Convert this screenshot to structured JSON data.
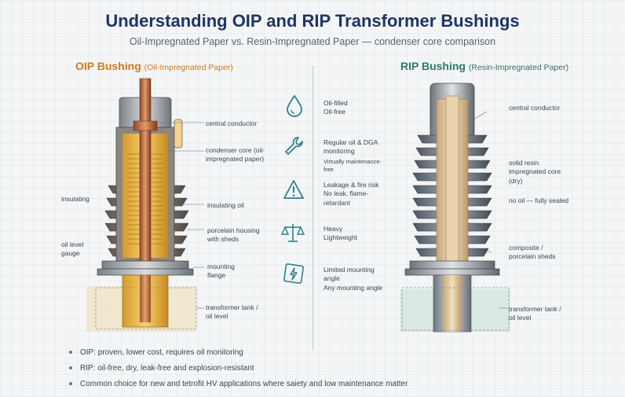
{
  "title": "Understanding OIP and RIP Transformer Bushings",
  "subtitle": "Oil-Impregnated Paper vs. Resin-Impregnated Paper — condenser core comparison",
  "oip": {
    "heading": "OIP Bushing",
    "heading_sub": "(Oil-Impregnated Paper)",
    "labels": {
      "central_conductor": "central conductor",
      "condenser_core": "condenser core (oil-impregnated paper)",
      "insulating_left": "insulating",
      "insulating_oil": "insulating oil",
      "porcelain_housing": "porcelain housing with sheds",
      "oil_level_gauge": "oil level gauge",
      "mounting_flange": "mounting flange",
      "tank": "transformer tank / oil level"
    }
  },
  "rip": {
    "heading": "RIP Bushing",
    "heading_sub": "(Resin-Impregnated Paper)",
    "labels": {
      "central_conductor": "central conductor",
      "solid_resin": "solid resin impregnated core (dry)",
      "no_oil": "no oil — fully sealed",
      "composite": "composite / porcelain sheds",
      "tank": "transformer tank / oil level"
    }
  },
  "comparison": [
    {
      "icon": "droplet-icon",
      "line1": "Oil-filled",
      "line2": "Oil-free"
    },
    {
      "icon": "wrench-icon",
      "line1": "Regular oil & DGA monitoring",
      "line2": "Virtually maintenance-free"
    },
    {
      "icon": "warning-icon",
      "line1": "Leakage & fire risk",
      "line2": "No leak, flame-retardant"
    },
    {
      "icon": "scale-icon",
      "line1": "Heavy",
      "line2": "Lightweight"
    },
    {
      "icon": "lightning-icon",
      "line1": "Limited mounting angle",
      "line2": "Any mounting angle"
    }
  ],
  "bullets": [
    "OIP: proven, lower cost, requires oil monitoring",
    "RIP: oil-free, dry, leak-free and explosion-resistant",
    "Common choice for new and tetrofit HV applications where saiety and low maintenance matter"
  ],
  "colors": {
    "title": "#1f3563",
    "oip_accent": "#d27a1e",
    "rip_accent": "#2e7a68",
    "icon_teal": "#2f7f8a"
  }
}
